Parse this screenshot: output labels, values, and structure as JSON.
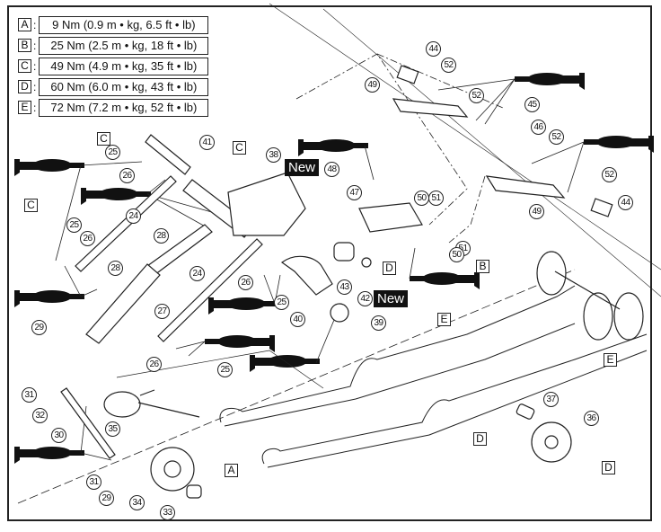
{
  "legend": [
    {
      "key": "A",
      "value": "9 Nm (0.9 m • kg, 6.5 ft • lb)"
    },
    {
      "key": "B",
      "value": "25 Nm (2.5 m • kg, 18 ft • lb)"
    },
    {
      "key": "C",
      "value": "49 Nm (4.9 m • kg, 35 ft • lb)"
    },
    {
      "key": "D",
      "value": "60 Nm (6.0 m • kg, 43 ft • lb)"
    },
    {
      "key": "E",
      "value": "72 Nm (7.2 m • kg, 52 ft • lb)"
    }
  ],
  "colon": ":",
  "new_label": "New",
  "parts": {
    "p24": "24",
    "p25": "25",
    "p26": "26",
    "p27": "27",
    "p28": "28",
    "p29": "29",
    "p30": "30",
    "p31": "31",
    "p32": "32",
    "p33": "33",
    "p34": "34",
    "p35": "35",
    "p36": "36",
    "p37": "37",
    "p38": "38",
    "p39": "39",
    "p40": "40",
    "p41": "41",
    "p42": "42",
    "p43": "43",
    "p44": "44",
    "p45": "45",
    "p46": "46",
    "p47": "47",
    "p48": "48",
    "p49": "49",
    "p50": "50",
    "p51": "51",
    "p52": "52"
  },
  "torque_tags": {
    "A": "A",
    "B": "B",
    "C": "C",
    "D": "D",
    "E": "E"
  },
  "icons": {
    "grease_gun": "grease-gun-icon"
  }
}
